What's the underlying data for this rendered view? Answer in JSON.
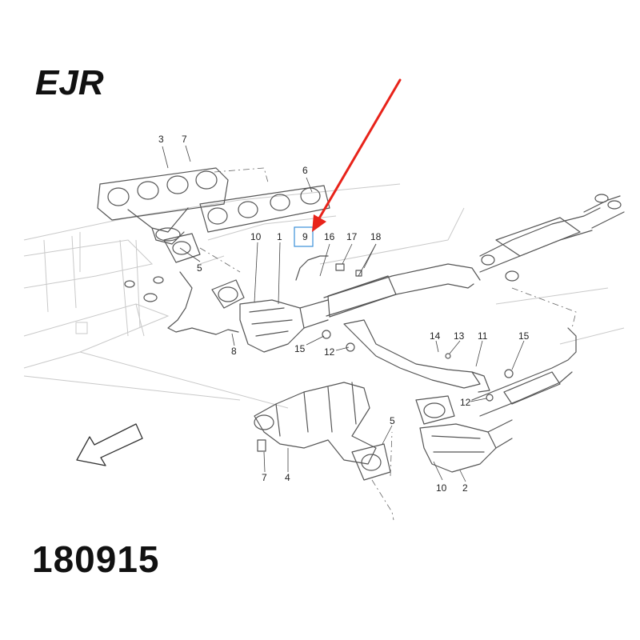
{
  "logo": {
    "text": "EJR"
  },
  "part_number": "180915",
  "highlight": {
    "label": "9",
    "box_color": "#3a8fd8",
    "arrow_color": "#e8231a"
  },
  "callouts": [
    "3",
    "7",
    "6",
    "10",
    "1",
    "9",
    "16",
    "17",
    "18",
    "5",
    "8",
    "15",
    "12",
    "14",
    "13",
    "11",
    "15",
    "12",
    "5",
    "7",
    "4",
    "10",
    "2"
  ],
  "direction_arrow": {
    "icon": "front-direction-arrow-icon"
  }
}
